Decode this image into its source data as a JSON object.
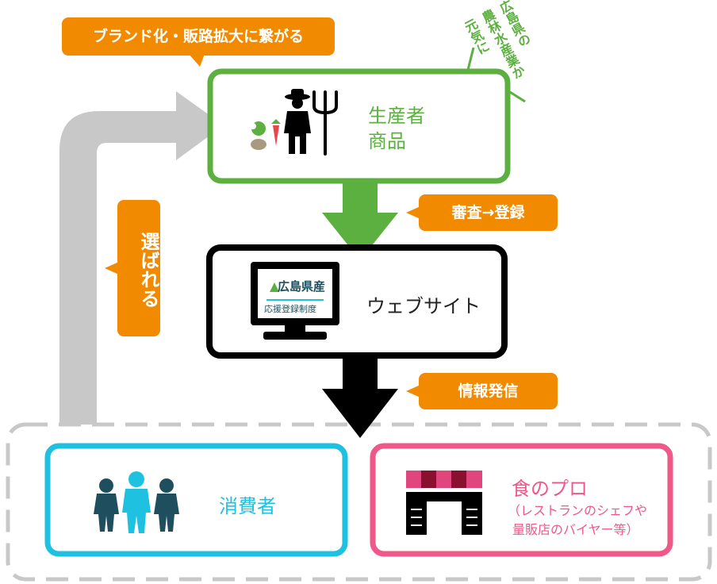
{
  "callouts": {
    "brand": "ブランド化・販路拡大に繋がる",
    "review": "審査→登録",
    "info": "情報発信",
    "chosen": "選ばれる"
  },
  "producer": {
    "line1": "生産者",
    "line2": "商品"
  },
  "slogan": {
    "col1": "元気に",
    "col2": "農林水産業か",
    "col3": "広島県の"
  },
  "website": {
    "label": "ウェブサイト",
    "logo_title": "広島県産",
    "logo_subtitle": "応援登録制度"
  },
  "consumer": {
    "label": "消費者"
  },
  "food_pro": {
    "title": "食のプロ",
    "sub1": "（レストランのシェフや",
    "sub2": "量販店のバイヤー等）"
  },
  "colors": {
    "orange": "#f28a00",
    "green": "#5cb040",
    "gray": "#c8c8c8",
    "cyan": "#1ec2e0",
    "pink": "#f0588a",
    "black": "#000000",
    "dark_teal": "#1f4f5e"
  }
}
